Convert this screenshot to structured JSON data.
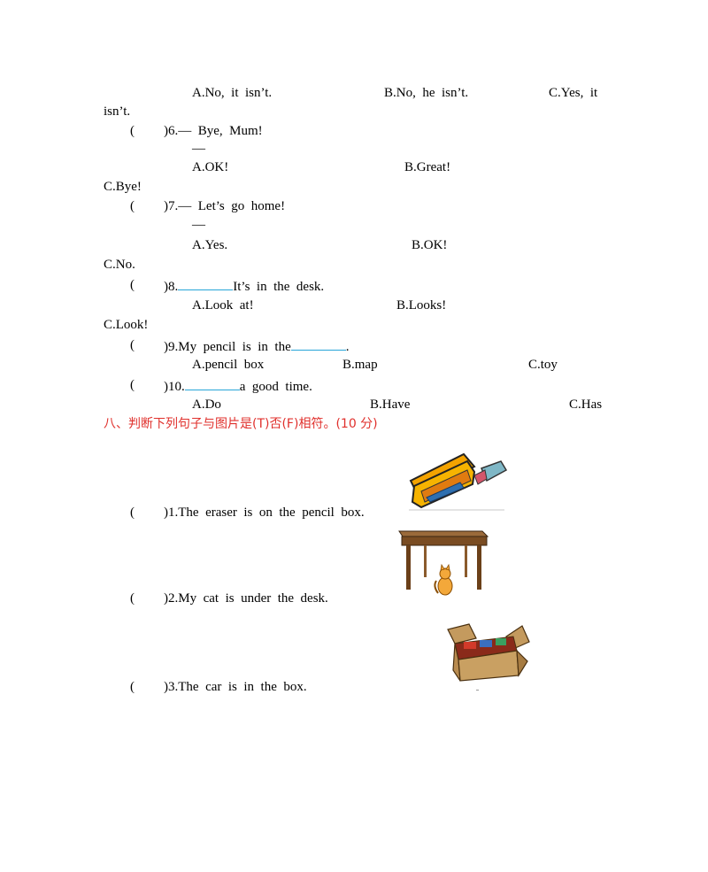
{
  "q5_options": {
    "a": "A.No,  it  isn’t.",
    "b": "B.No,  he  isn’t.",
    "c": "C.Yes,  it",
    "c_cont": "isn’t."
  },
  "q6": {
    "paren": "(",
    "stem": ")6.—  Bye,  Mum!",
    "dash": "—",
    "a": "A.OK!",
    "b": "B.Great!",
    "c": "C.Bye!"
  },
  "q7": {
    "paren": "(",
    "stem": ")7.—  Let’s  go  home!",
    "dash": "—",
    "a": "A.Yes.",
    "b": "B.OK!",
    "c": "C.No."
  },
  "q8": {
    "paren": "(",
    "stem_pre": ")8.",
    "stem_post": "It’s  in  the  desk.",
    "a": "A.Look  at!",
    "b": "B.Looks!",
    "c": "C.Look!"
  },
  "q9": {
    "paren": "(",
    "stem_pre": ")9.My  pencil  is  in  the",
    "stem_post": ".",
    "a": "A.pencil  box",
    "b": "B.map",
    "c": "C.toy"
  },
  "q10": {
    "paren": "(",
    "stem_pre": ")10.",
    "stem_post": "a  good  time.",
    "a": "A.Do",
    "b": "B.Have",
    "c": "C.Has"
  },
  "section8": {
    "title": "八、判断下列句子与图片是(T)否(F)相符。(10 分)",
    "color": "#e0302c"
  },
  "judge": [
    {
      "paren": "(",
      "text": ")1.The  eraser  is  on  the  pencil  box.",
      "picture": "pencil-case"
    },
    {
      "paren": "(",
      "text": ")2.My  cat  is  under  the  desk.",
      "picture": "desk-with-cat"
    },
    {
      "paren": "(",
      "text": ")3.The  car  is  in  the  box.",
      "picture": "box-of-cars"
    }
  ],
  "colors": {
    "blank_underline": "#27a5d8"
  }
}
